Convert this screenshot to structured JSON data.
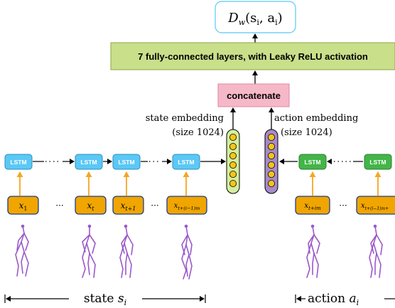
{
  "output_box": {
    "text": "D_w(s_i, a_i)",
    "main": "D",
    "sub": "w",
    "args": "(s",
    "args_sub": "i",
    "args_mid": ", a",
    "args_sub2": "i",
    "args_end": ")"
  },
  "fc_layers": {
    "label": "7 fully-connected layers, with Leaky ReLU activation"
  },
  "concat": {
    "label": "concatenate"
  },
  "state_embedding": {
    "label": "state embedding",
    "size": "(size 1024)"
  },
  "action_embedding": {
    "label": "action embedding",
    "size": "(size 1024)"
  },
  "lstm_label": "LSTM",
  "dots": "···",
  "state_inputs": [
    {
      "base": "x",
      "sub": "1"
    },
    {
      "base": "x",
      "sub": "t"
    },
    {
      "base": "x",
      "sub": "t+1"
    },
    {
      "base": "x",
      "sub": "t+(i−1)m"
    }
  ],
  "action_inputs": [
    {
      "base": "x",
      "sub": "t+im"
    },
    {
      "base": "x",
      "sub": "t+(i−1)m+"
    }
  ],
  "state_span": {
    "label": "state ",
    "var": "s",
    "sub": "i"
  },
  "action_span": {
    "label": "action ",
    "var": "a",
    "sub": "i"
  },
  "colors": {
    "lstm_state": "#5bc8f5",
    "lstm_action": "#44b549",
    "input_box": "#f0a500",
    "fc": "#c9df8a",
    "concat": "#f6b8c8",
    "state_embed": "#d4ee9e",
    "action_embed": "#a78ac9",
    "neuron": "#f5c518",
    "pose": "#9b59c9",
    "arrow_up": "#f5a623"
  }
}
